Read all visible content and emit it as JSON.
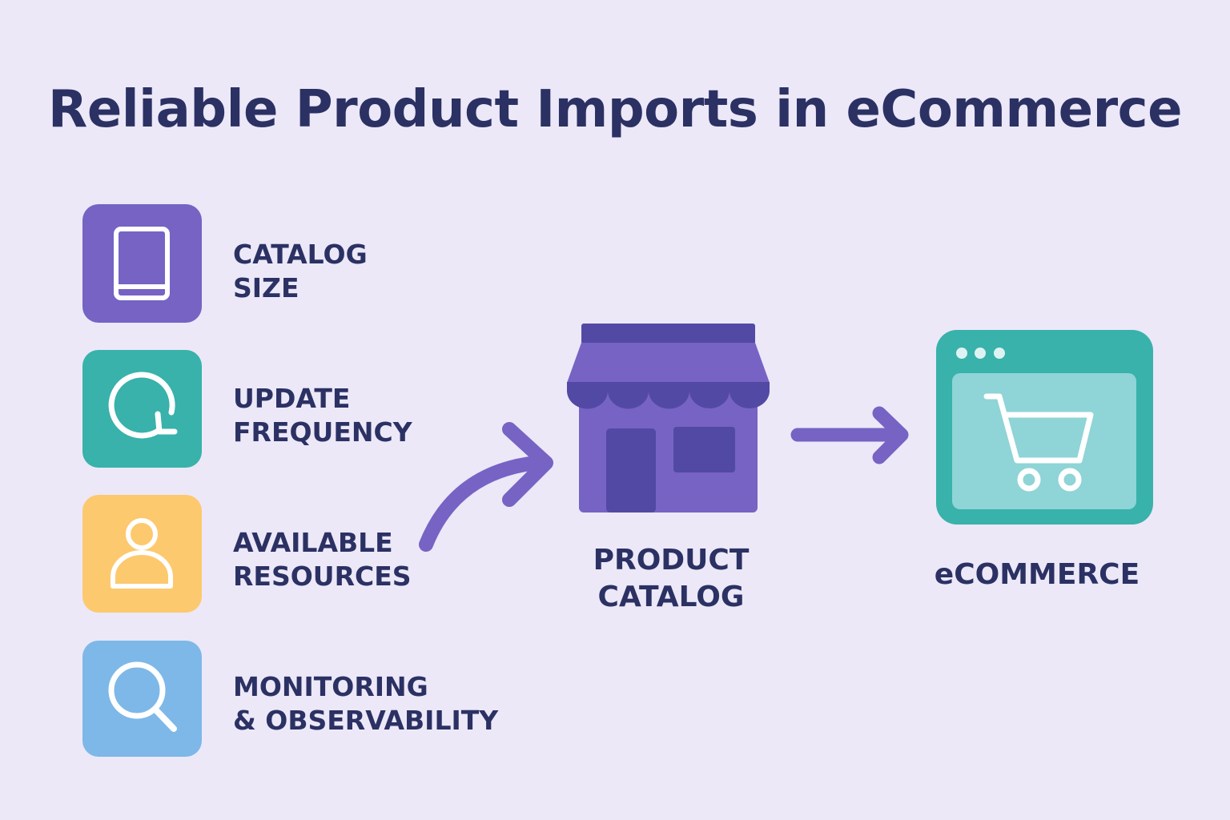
{
  "title": "Reliable Product Imports in eCommerce",
  "factors": [
    {
      "line1": "CATALOG",
      "line2": "SIZE",
      "icon": "book-icon",
      "color": "#7663C4"
    },
    {
      "line1": "UPDATE",
      "line2": "FREQUENCY",
      "icon": "refresh-icon",
      "color": "#38B2AA"
    },
    {
      "line1": "AVAILABLE",
      "line2": "RESOURCES",
      "icon": "user-icon",
      "color": "#FDC96E"
    },
    {
      "line1": "MONITORING",
      "line2": "& OBSERVABILITY",
      "icon": "search-icon",
      "color": "#7DB8E8"
    }
  ],
  "catalog": {
    "line1": "PRODUCT",
    "line2": "CATALOG",
    "icon": "store-icon"
  },
  "ecommerce": {
    "label": "eCOMMERCE",
    "icon": "shopping-cart-browser-icon"
  }
}
